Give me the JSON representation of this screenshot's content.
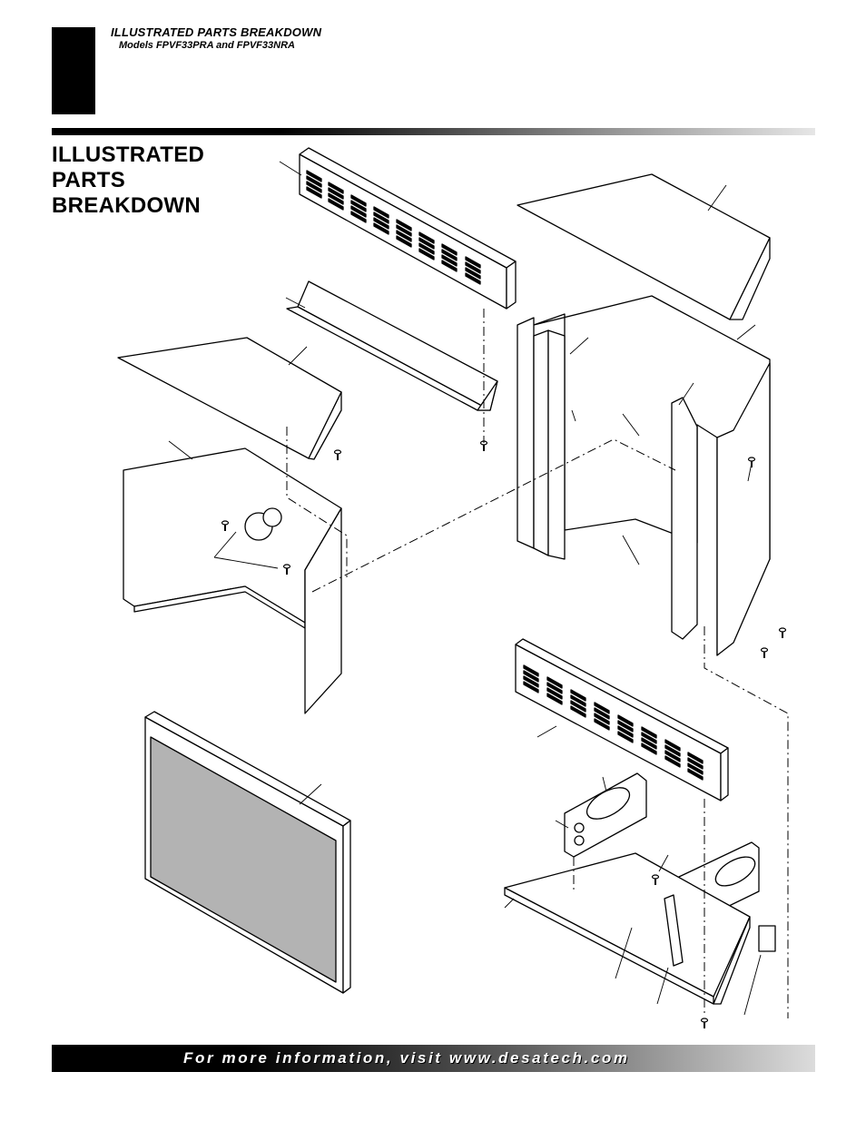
{
  "header": {
    "title": "ILLUSTRATED PARTS BREAKDOWN",
    "subtitle": "Models FPVF33PRA and FPVF33NRA"
  },
  "section": {
    "title_lines": [
      "ILLUSTRATED",
      "PARTS",
      "BREAKDOWN"
    ]
  },
  "footer": {
    "text": "For more information, visit www.desatech.com"
  },
  "colors": {
    "ink": "#000000",
    "glass_fill": "#b3b3b3",
    "page_bg": "#ffffff"
  }
}
